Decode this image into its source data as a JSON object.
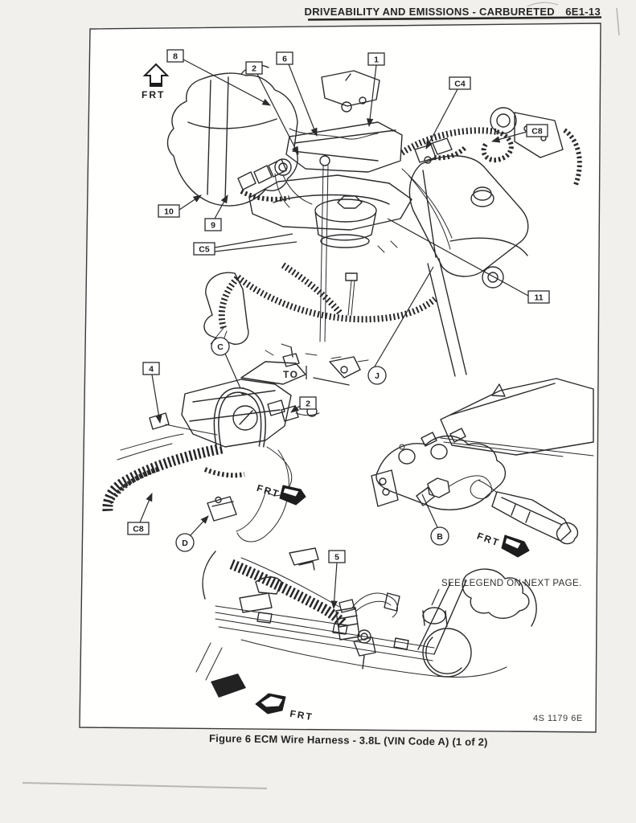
{
  "page": {
    "header_title": "DRIVEABILITY AND EMISSIONS - CARBURETED",
    "header_page_code": "6E1-13",
    "figure_caption": "Figure 6 ECM Wire Harness - 3.8L (VIN Code A) (1 of 2)",
    "drawing_number": "4S 1179 6E",
    "legend_note": "SEE LEGEND ON NEXT PAGE."
  },
  "labels": {
    "frt": "FRT",
    "to": "TO"
  },
  "callouts": {
    "main": {
      "n8": "8",
      "n2": "2",
      "n6": "6",
      "n1": "1",
      "c4": "C4",
      "c8": "C8",
      "n10": "10",
      "n9": "9",
      "c5": "C5",
      "n11": "11",
      "c": "C",
      "j": "J"
    },
    "harness_detail": {
      "n4": "4",
      "n2": "2",
      "c8": "C8",
      "d": "D"
    },
    "oxygen_sensor_detail": {
      "b": "B"
    },
    "lower_engine_detail": {
      "n5": "5"
    }
  }
}
